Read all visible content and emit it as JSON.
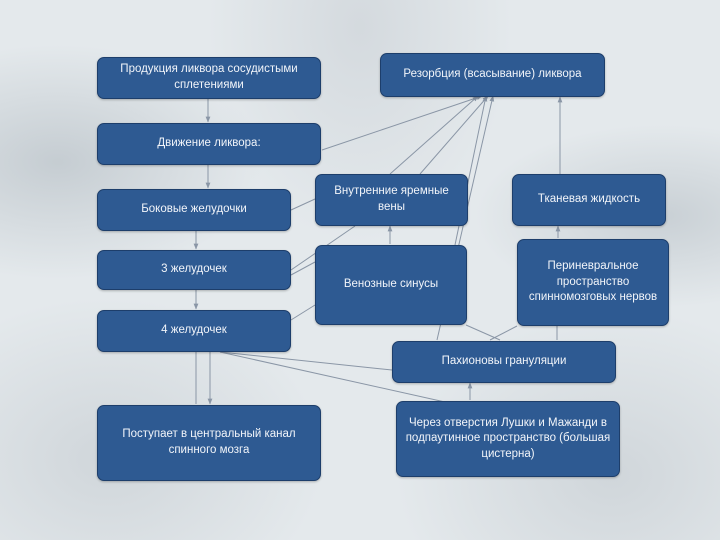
{
  "diagram": {
    "nodes": {
      "production": "Продукция ликвора сосудистыми сплетениями",
      "movement": "Движение ликвора:",
      "lateral_ventricles": "Боковые желудочки",
      "third_ventricle": "3 желудочек",
      "fourth_ventricle": "4 желудочек",
      "central_canal": "Поступает в центральный канал спинного мозга",
      "resorption": "Резорбция (всасывание) ликвора",
      "internal_jugular_veins": "Внутренние яремные вены",
      "venous_sinuses": "Венозные синусы",
      "tissue_fluid": "Тканевая жидкость",
      "perineural_space": "Периневральное пространство спинномозговых нервов",
      "pachionic_granulations": "Пахионовы грануляции",
      "luschka_magendie": "Через отверстия Лушки и Мажанди в подпаутинное пространство (большая цистерна)"
    }
  },
  "colors": {
    "box_fill": "#2e5a92",
    "box_border": "#1d3e6b",
    "box_text": "#f2f5fa",
    "connector": "#8a96a6"
  }
}
